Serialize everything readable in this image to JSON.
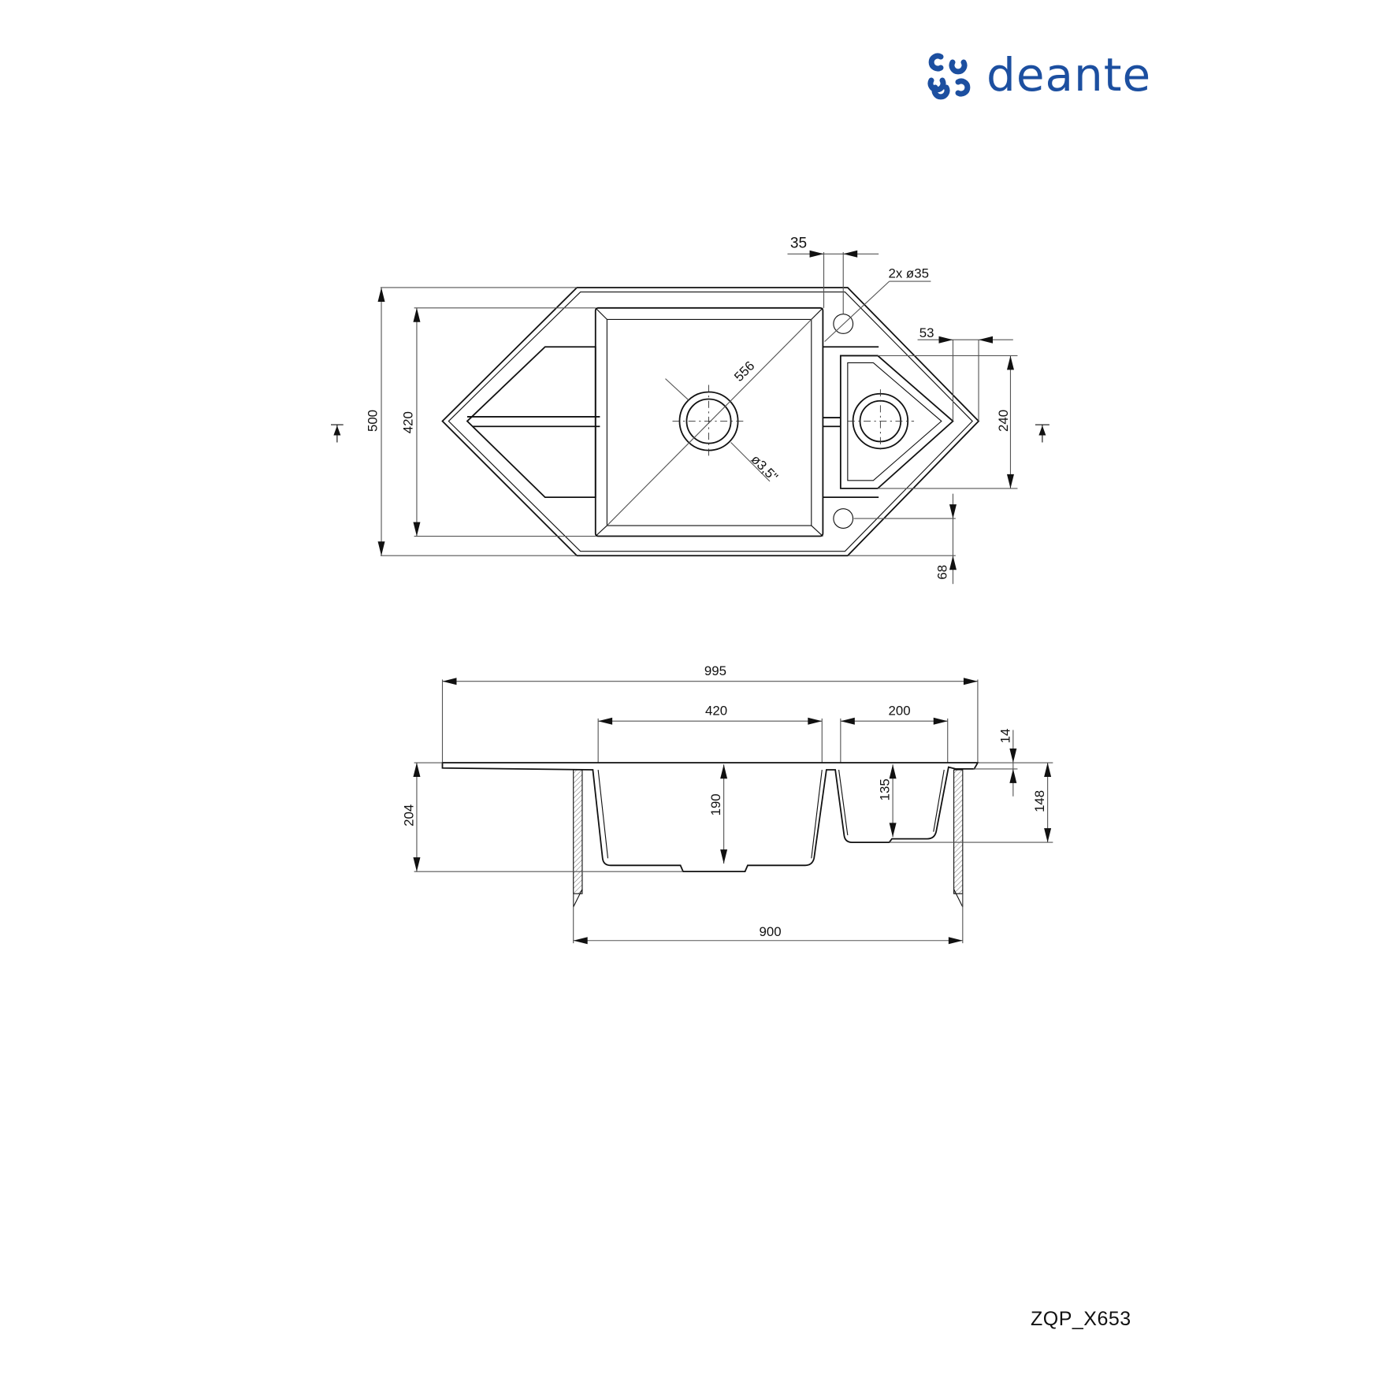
{
  "brand": {
    "name": "deante",
    "color": "#1c4fa0",
    "logo_icon": "deante-swirl-logo-icon"
  },
  "drawing_code": "ZQP_X653",
  "top_view": {
    "dimensions": {
      "overall_depth": "500",
      "bowl_depth": "420",
      "tap_hole_offset": "35",
      "tap_holes": "2x ø35",
      "small_bowl_offset": "53",
      "small_bowl_depth": "240",
      "bottom_offset": "68",
      "bowl_diagonal": "556",
      "drain": "ø3,5\""
    }
  },
  "side_view": {
    "dimensions": {
      "overall_width": "995",
      "main_bowl_width": "420",
      "small_bowl_width": "200",
      "rim_thickness": "14",
      "overall_height": "204",
      "main_bowl_depth": "190",
      "small_bowl_depth": "135",
      "small_section_height": "148",
      "cabinet_width": "900"
    }
  }
}
